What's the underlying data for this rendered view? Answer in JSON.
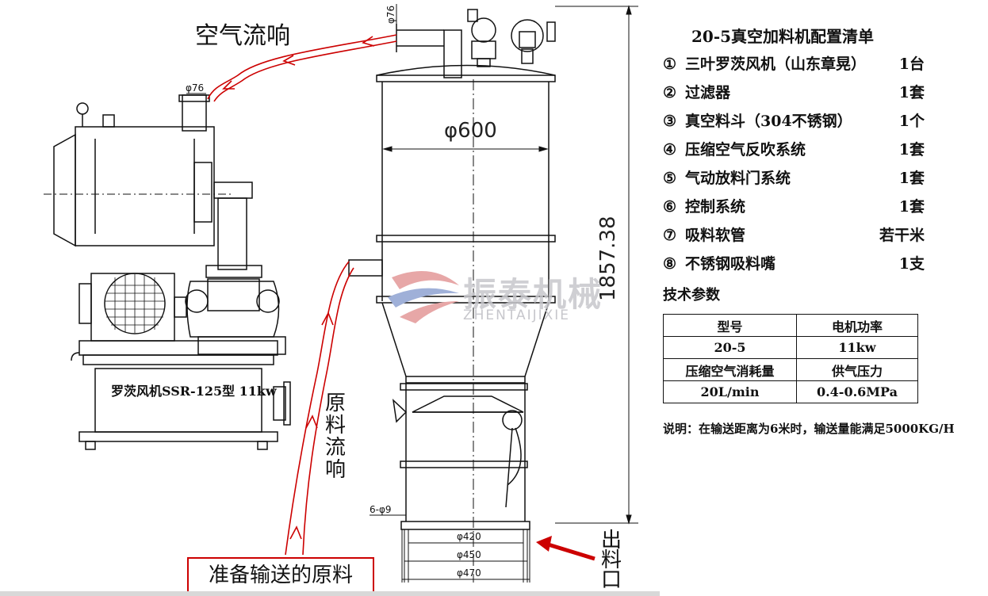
{
  "labels": {
    "air_flow": "空气流响",
    "material_flow": "原料流响",
    "material_ready": "准备输送的原料",
    "discharge_port": "出料口",
    "blower_plate": "罗茨风机SSR-125型 11kw"
  },
  "dimensions": {
    "pipe_top": "φ76",
    "pipe_blower": "φ76",
    "tank_diameter": "φ600",
    "height": "1857.38",
    "bolt_holes": "6-φ9",
    "d420": "φ420",
    "d450": "φ450",
    "d470": "φ470"
  },
  "watermark": {
    "cn": "振泰机械",
    "en": "ZHENTAIJIXIE"
  },
  "config": {
    "title": "20-5真空加料机配置清单",
    "items": [
      {
        "num": "①",
        "name": "三叶罗茨风机（山东章晃）",
        "qty": "1台"
      },
      {
        "num": "②",
        "name": "过滤器",
        "qty": "1套"
      },
      {
        "num": "③",
        "name": "真空料斗（304不锈钢）",
        "qty": "1个"
      },
      {
        "num": "④",
        "name": "压缩空气反吹系统",
        "qty": "1套"
      },
      {
        "num": "⑤",
        "name": "气动放料门系统",
        "qty": "1套"
      },
      {
        "num": "⑥",
        "name": "控制系统",
        "qty": "1套"
      },
      {
        "num": "⑦",
        "name": "吸料软管",
        "qty": "若干米"
      },
      {
        "num": "⑧",
        "name": "不锈钢吸料嘴",
        "qty": "1支"
      }
    ]
  },
  "params": {
    "title": "技术参数",
    "rows": [
      [
        "型号",
        "电机功率"
      ],
      [
        "20-5",
        "11kw"
      ],
      [
        "压缩空气消耗量",
        "供气压力"
      ],
      [
        "20L/min",
        "0.4-0.6MPa"
      ]
    ]
  },
  "note": "说明：在输送距离为6米时，输送量能满足5000KG/H",
  "colors": {
    "flow_red": "#cc0000",
    "line": "#111111",
    "watermark": "#c7c7cc"
  }
}
